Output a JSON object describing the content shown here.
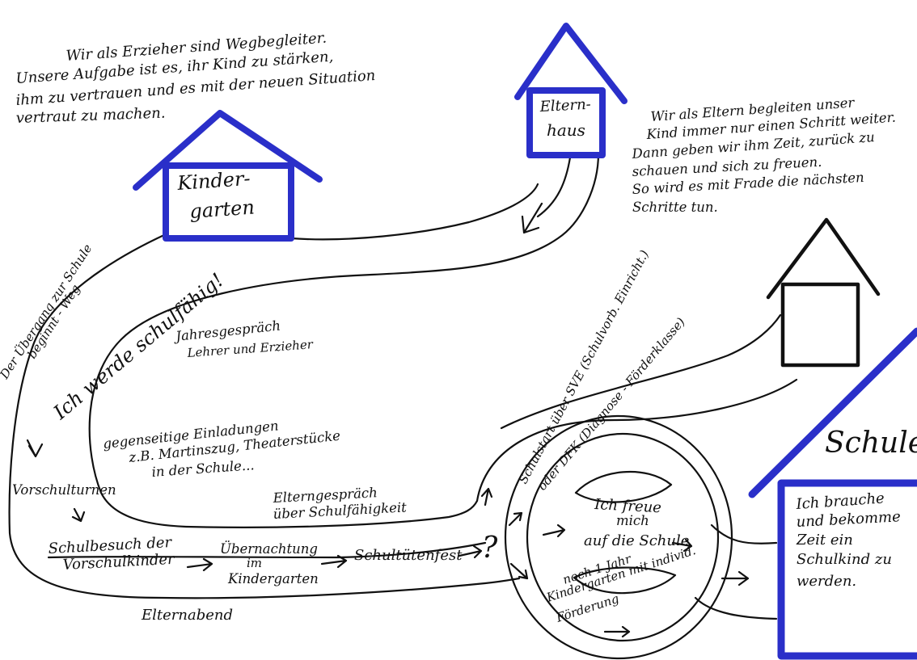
{
  "colors": {
    "house_blue": "#2a2fc9",
    "ink": "#111111",
    "background": "#ffffff"
  },
  "intro_educators": [
    "Wir als Erzieher sind Wegbegleiter.",
    "Unsere Aufgabe ist es, ihr Kind zu stärken,",
    "ihm zu vertrauen und es mit der neuen Situation",
    "vertraut zu machen."
  ],
  "intro_parents": [
    "Wir als Eltern begleiten unser",
    "Kind immer nur einen Schritt weiter.",
    "Dann geben wir ihm Zeit, zurück zu",
    "schauen und sich zu freuen.",
    "So wird es mit Frade die nächsten",
    "Schritte tun."
  ],
  "houses": {
    "kindergarten": [
      "Kinder-",
      "garten"
    ],
    "elternhaus": [
      "Eltern-",
      "haus"
    ],
    "schule": "Schule",
    "schule_text": [
      "Ich brauche",
      "und bekomme",
      "Zeit ein",
      "Schulkind zu",
      "werden."
    ]
  },
  "path_labels": {
    "uebergang": [
      "Der Übergang zur Schule",
      "beginnt - Weg"
    ],
    "schulfaehig": "Ich werde schulfähig!",
    "jahresgespraech": [
      "Jahresgespräch",
      "Lehrer und Erzieher"
    ],
    "einladungen": [
      "gegenseitige Einladungen",
      "z.B. Martinszug, Theaterstücke",
      "in der Schule..."
    ],
    "vorschulturnen": "Vorschulturnen",
    "schulbesuch": [
      "Schulbesuch der",
      "Vorschulkinder"
    ],
    "uebernachtung": [
      "Übernachtung",
      "im",
      "Kindergarten"
    ],
    "schultuetenfest": "Schultütenfest",
    "elterngespraech": [
      "Elterngespräch",
      "über Schulfähigkeit"
    ],
    "elternabend": "Elternabend",
    "question": "?"
  },
  "circle": {
    "schulstart": [
      "Schulstart über SVE (Schulvorb. Einricht.)",
      "oder DFK (Diagnose - Förderklasse)"
    ],
    "freue": [
      "Ich freue",
      "mich",
      "auf die Schule"
    ],
    "noch": [
      "noch 1 Jahr",
      "Kindergarten mit individ.",
      "Förderung"
    ]
  }
}
